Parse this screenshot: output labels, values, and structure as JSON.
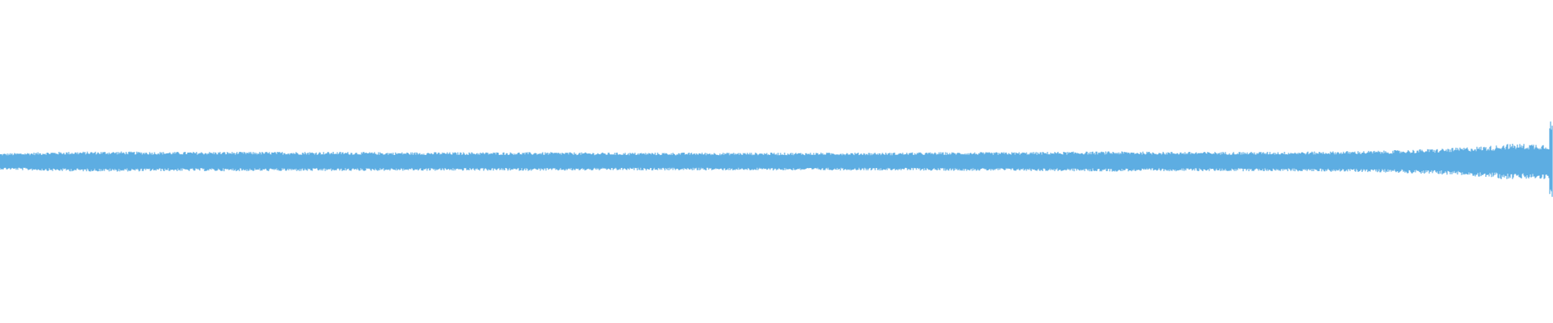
{
  "waveform": {
    "color": "#5dade2",
    "background": "#ffffff",
    "amplitude_envelope": [
      0.16,
      0.2,
      0.21,
      0.2,
      0.2,
      0.2,
      0.2,
      0.19,
      0.19,
      0.19,
      0.19,
      0.18,
      0.18,
      0.18,
      0.18,
      0.18,
      0.18,
      0.19,
      0.19,
      0.2,
      0.21,
      0.2,
      0.2,
      0.2,
      0.21,
      0.23,
      0.28,
      0.36,
      1.0
    ]
  }
}
